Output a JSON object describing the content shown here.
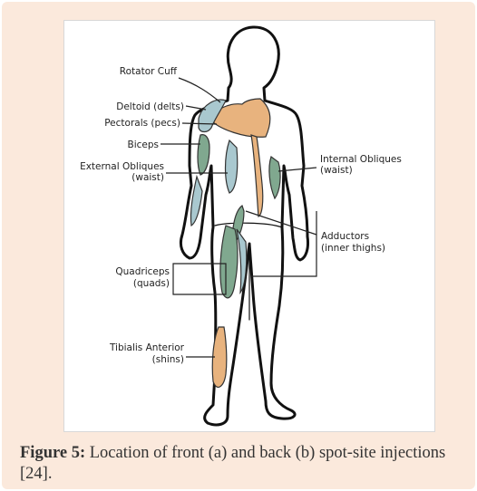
{
  "diagram": {
    "labels": {
      "rotator_cuff": "Rotator Cuff",
      "deltoid": "Deltoid (delts)",
      "pectorals": "Pectorals (pecs)",
      "biceps": "Biceps",
      "external_obliques_1": "External Obliques",
      "external_obliques_2": "(waist)",
      "internal_obliques_1": "Internal Obliques",
      "internal_obliques_2": "(waist)",
      "adductors_1": "Adductors",
      "adductors_2": "(inner thighs)",
      "quadriceps_1": "Quadriceps",
      "quadriceps_2": "(quads)",
      "tibialis_1": "Tibialis Anterior",
      "tibialis_2": "(shins)"
    },
    "colors": {
      "tan_muscle": "#e8b37e",
      "blue_muscle": "#a9c8cf",
      "green_muscle": "#80a88f",
      "outline": "#111111"
    }
  },
  "caption": {
    "label": "Figure 5:",
    "text": " Location of front (a) and back (b) spot-site injections [24]."
  },
  "colors": {
    "card_background": "#fbe9dc"
  }
}
